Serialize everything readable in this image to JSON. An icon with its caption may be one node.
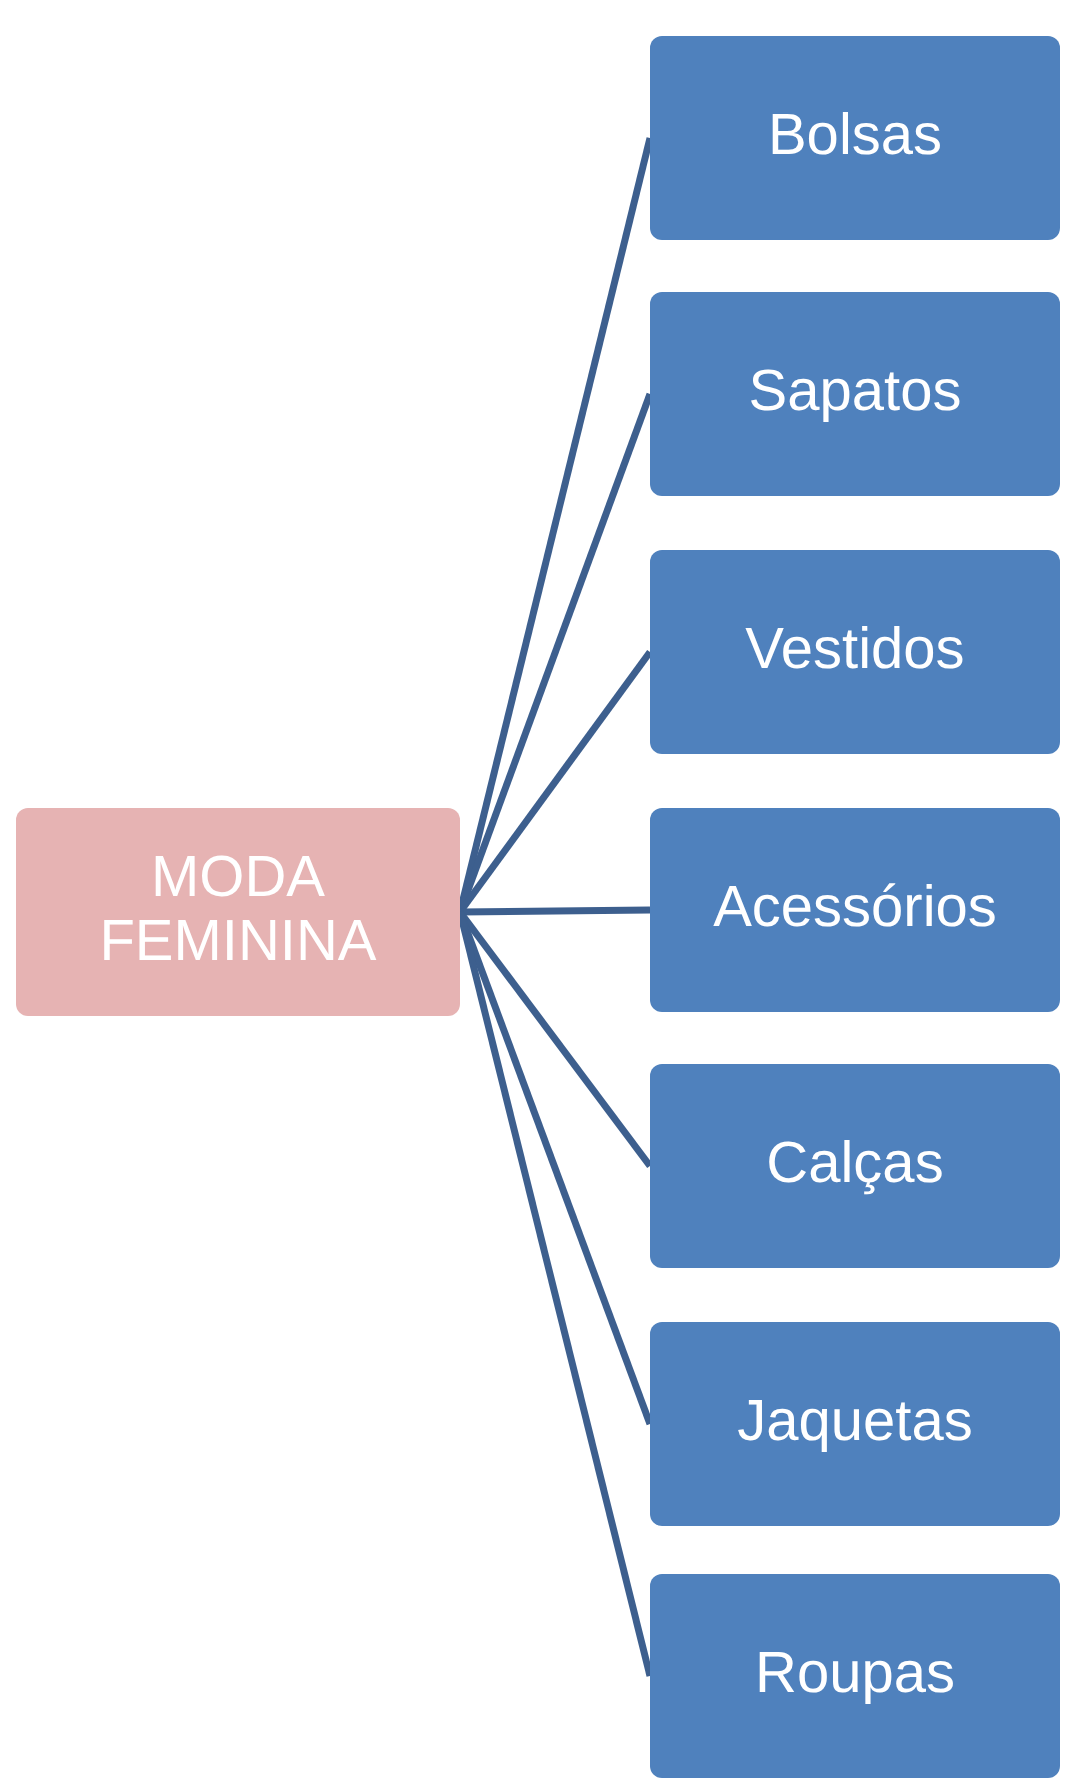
{
  "diagram": {
    "nodes": [
      {
        "text": [
          "MODA FEMININA"
        ]
      },
      {
        "text": [
          "Bolsas"
        ]
      },
      {
        "text": [
          "Sapatos"
        ]
      },
      {
        "text": [
          "Vestidos"
        ]
      },
      {
        "text": [
          "Acessórios"
        ]
      },
      {
        "text": [
          "Calças"
        ]
      },
      {
        "text": [
          "Jaquetas"
        ]
      },
      {
        "text": [
          "Roupas"
        ]
      }
    ],
    "edges": [
      {
        "from": 0,
        "to": 1,
        "arrow": "none"
      },
      {
        "from": 0,
        "to": 2,
        "arrow": "none"
      },
      {
        "from": 0,
        "to": 3,
        "arrow": "none"
      },
      {
        "from": 0,
        "to": 4,
        "arrow": "none"
      },
      {
        "from": 0,
        "to": 5,
        "arrow": "none"
      },
      {
        "from": 0,
        "to": 6,
        "arrow": "none"
      },
      {
        "from": 0,
        "to": 7,
        "arrow": "none"
      }
    ]
  }
}
